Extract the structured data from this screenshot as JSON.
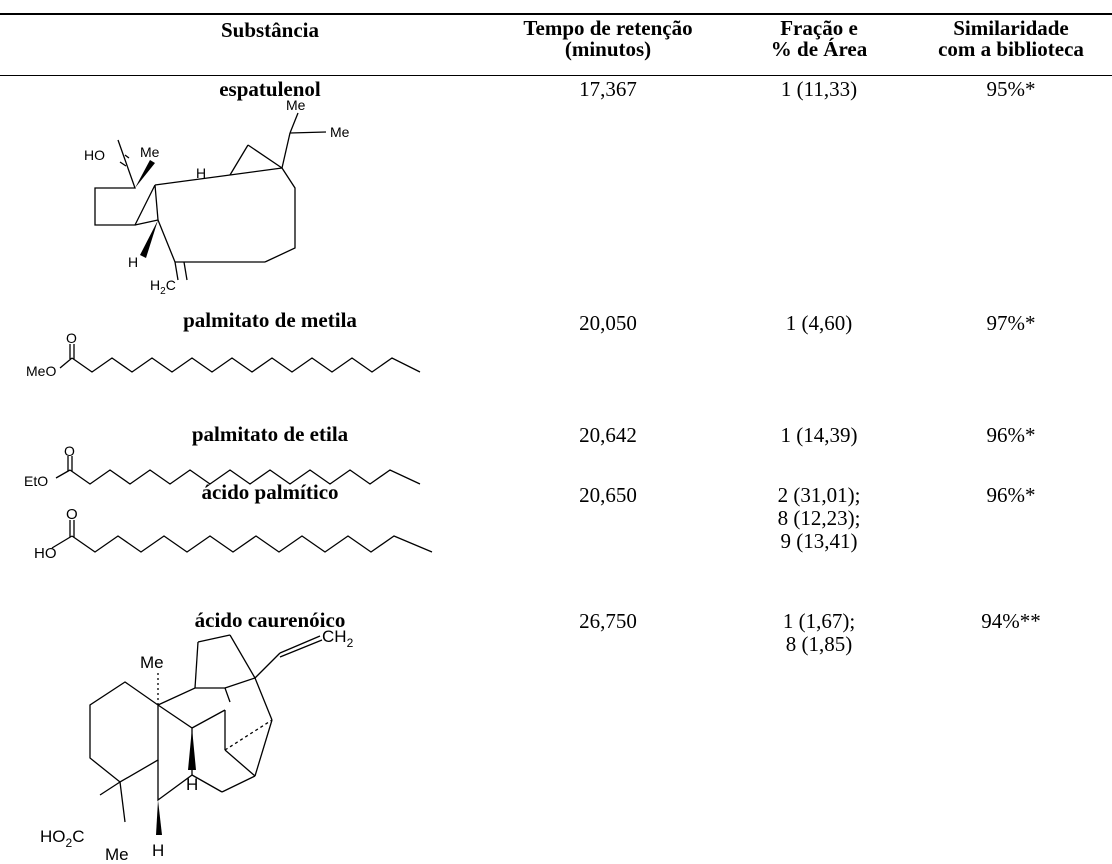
{
  "table": {
    "headers": {
      "substance": "Substância",
      "retention_line1": "Tempo de retenção",
      "retention_line2": "(minutos)",
      "fraction_line1": "Fração e",
      "fraction_line2": "% de Área",
      "similarity_line1": "Similaridade",
      "similarity_line2": "com a biblioteca"
    },
    "rows": [
      {
        "name": "espatulenol",
        "retention": "17,367",
        "fraction": [
          "1 (11,33)"
        ],
        "similarity": "95%*",
        "labels": {
          "me_top": "Me",
          "me_right": "Me",
          "ho": "HO",
          "me_left": "Me",
          "h1": "H",
          "h2": "H",
          "h2c_h": "H",
          "h2c_sub": "2",
          "h2c_c": "C"
        }
      },
      {
        "name": "palmitato de metila",
        "retention": "20,050",
        "fraction": [
          "1 (4,60)"
        ],
        "similarity": "97%*",
        "labels": {
          "o": "O",
          "ester": "MeO"
        }
      },
      {
        "name": "palmitato de etila",
        "retention": "20,642",
        "fraction": [
          "1 (14,39)"
        ],
        "similarity": "96%*",
        "labels": {
          "o": "O",
          "ester": "EtO"
        }
      },
      {
        "name": "ácido palmítico",
        "retention": "20,650",
        "fraction": [
          "2 (31,01);",
          "8 (12,23);",
          "9 (13,41)"
        ],
        "similarity": "96%*",
        "labels": {
          "o": "O",
          "ester": "HO"
        }
      },
      {
        "name": "ácido caurenóico",
        "retention": "26,750",
        "fraction": [
          "1 (1,67);",
          "8 (1,85)"
        ],
        "similarity": "94%**",
        "labels": {
          "ch2_c": "CH",
          "ch2_sub": "2",
          "me_top": "Me",
          "h_mid": "H",
          "ho2c_a": "HO",
          "ho2c_sub": "2",
          "ho2c_c": "C",
          "me_bot": "Me",
          "h_bot": "H"
        }
      }
    ]
  }
}
